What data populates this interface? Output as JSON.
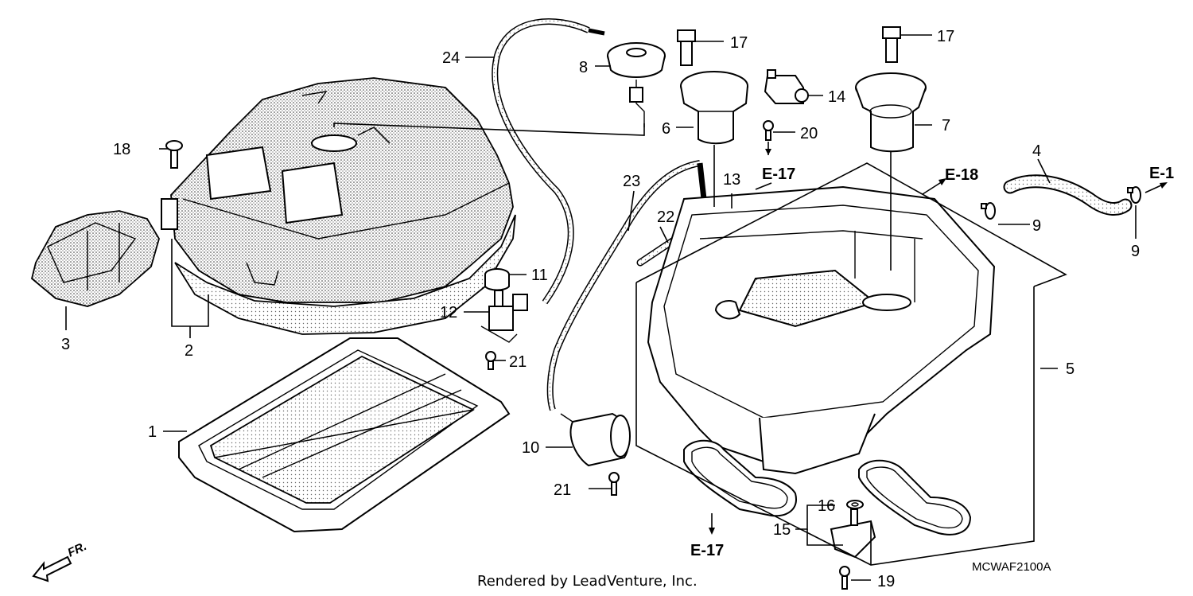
{
  "diagram": {
    "callouts": [
      {
        "id": "1",
        "label": "1"
      },
      {
        "id": "2",
        "label": "2"
      },
      {
        "id": "3",
        "label": "3"
      },
      {
        "id": "4",
        "label": "4"
      },
      {
        "id": "5",
        "label": "5"
      },
      {
        "id": "6",
        "label": "6"
      },
      {
        "id": "7",
        "label": "7"
      },
      {
        "id": "8",
        "label": "8"
      },
      {
        "id": "9a",
        "label": "9"
      },
      {
        "id": "9b",
        "label": "9"
      },
      {
        "id": "10",
        "label": "10"
      },
      {
        "id": "11",
        "label": "11"
      },
      {
        "id": "12",
        "label": "12"
      },
      {
        "id": "13",
        "label": "13"
      },
      {
        "id": "14",
        "label": "14"
      },
      {
        "id": "15",
        "label": "15"
      },
      {
        "id": "16",
        "label": "16"
      },
      {
        "id": "17a",
        "label": "17"
      },
      {
        "id": "17b",
        "label": "17"
      },
      {
        "id": "18",
        "label": "18"
      },
      {
        "id": "19",
        "label": "19"
      },
      {
        "id": "20",
        "label": "20"
      },
      {
        "id": "21a",
        "label": "21"
      },
      {
        "id": "21b",
        "label": "21"
      },
      {
        "id": "22",
        "label": "22"
      },
      {
        "id": "23",
        "label": "23"
      },
      {
        "id": "24",
        "label": "24"
      }
    ],
    "references": [
      {
        "id": "e17a",
        "label": "E-17"
      },
      {
        "id": "e18",
        "label": "E-18"
      },
      {
        "id": "e1",
        "label": "E-1"
      },
      {
        "id": "e17b",
        "label": "E-17"
      }
    ],
    "direction_label": "FR.",
    "diagram_code": "MCWAF2100A",
    "credit": "Rendered by LeadVenture, Inc."
  }
}
